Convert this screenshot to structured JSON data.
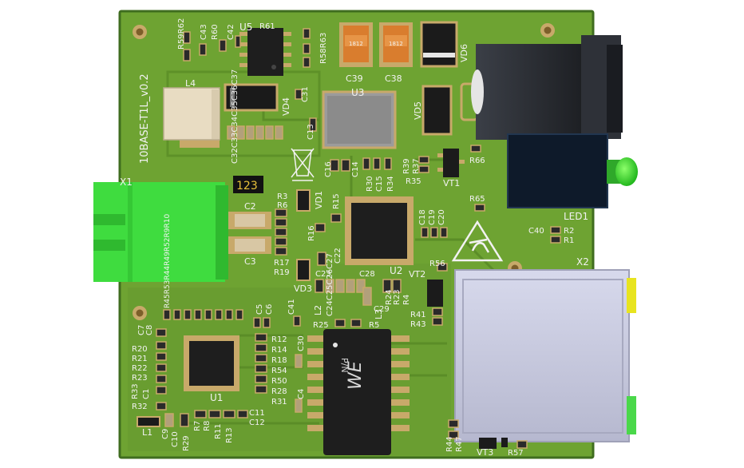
{
  "colors": {
    "board": "#6ea332",
    "board_edge": "#3f6d1f",
    "silk": "#f2f2f2",
    "copper": "#c8a96a",
    "ic": "#1e1e1e",
    "connector_green": "#3fdc3f",
    "rj45": "#c7c9e0",
    "barrel": "#2a2d33",
    "led_block": "#0e1a2a"
  },
  "board": {
    "title": "10BASE-T1L_v0.2",
    "x1": "X1",
    "x2": "X2",
    "led1": "LED1",
    "counter": "123",
    "transformer_text": "P/N",
    "logo": "WE"
  },
  "refs": {
    "u1": "U1",
    "u2": "U2",
    "u3": "U3",
    "u5": "U5",
    "vd1": "VD1",
    "vd3": "VD3",
    "vd4": "VD4",
    "vd5": "VD5",
    "vd6": "VD6",
    "vt1": "VT1",
    "vt2": "VT2",
    "vt3": "VT3",
    "l1": "L1",
    "l2": "L2",
    "l3": "L3",
    "l4": "L4",
    "c2": "C2",
    "c3": "C3",
    "c38": "C38",
    "c39": "C39",
    "cap1812": "1812",
    "r59r62": "R59R62",
    "c43": "C43",
    "r60": "R60",
    "c42": "C42",
    "r61": "R61",
    "r58r63": "R58R63",
    "c31": "C31",
    "c13": "C13",
    "c32grp": "C32C33C34C35C36C37",
    "c16": "C16",
    "c14": "C14",
    "r30": "R30",
    "c15": "C15",
    "r34": "R34",
    "r39": "R39",
    "r37": "R37",
    "r35": "R35",
    "r66": "R66",
    "r65": "R65",
    "c18": "C18",
    "c19": "C19",
    "c20": "C20",
    "c40": "C40",
    "r2": "R2",
    "r1": "R1",
    "r3": "R3",
    "r6": "R6",
    "r15": "R15",
    "r16": "R16",
    "r17": "R17",
    "r19": "R19",
    "c22": "C22",
    "c23": "C23",
    "c28": "C28",
    "r56": "R56",
    "c24grp": "C24C25C26C27",
    "r24": "R24",
    "r23": "R23",
    "r4": "R4",
    "c29": "C29",
    "r25": "R25",
    "r5": "R5",
    "r41": "R41",
    "r43": "R43",
    "rgrp1": "R45R53R44R49R52R9R10",
    "c5": "C5",
    "c6": "C6",
    "c41": "C41",
    "c7": "C7",
    "c8": "C8",
    "r20": "R20",
    "r21": "R21",
    "r22": "R22",
    "r23b": "R23",
    "r33": "R33",
    "c1": "C1",
    "r32": "R32",
    "r12": "R12",
    "r14": "R14",
    "r18": "R18",
    "r54": "R54",
    "r50": "R50",
    "r28": "R28",
    "r31": "R31",
    "c30": "C30",
    "c4": "C4",
    "c9": "C9",
    "c10": "C10",
    "r29": "R29",
    "r7": "R7",
    "r8": "R8",
    "r11": "R11",
    "r13": "R13",
    "c11": "C11",
    "c12": "C12",
    "r44": "R44",
    "r47": "R47",
    "r57": "R57"
  }
}
